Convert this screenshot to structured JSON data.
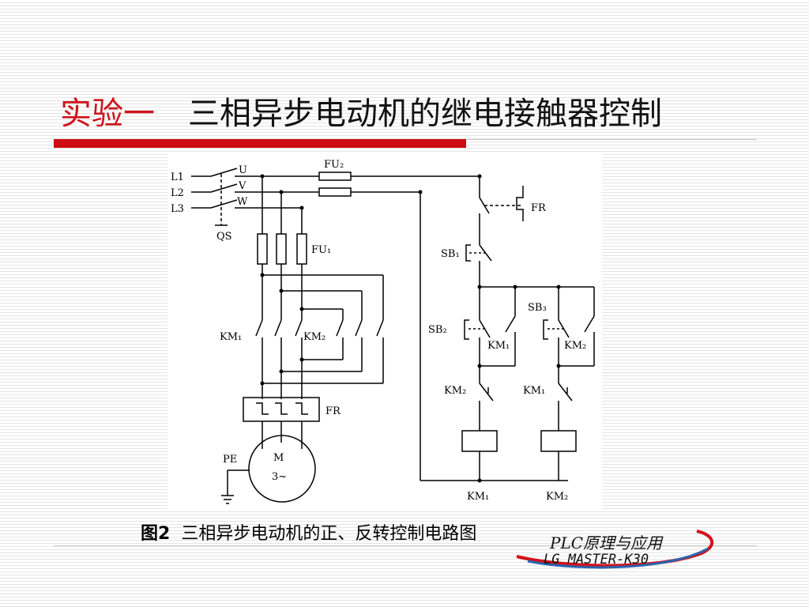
{
  "title": {
    "experiment": "实验一",
    "main": "三相异步电动机的继电接触器控制"
  },
  "caption": {
    "number": "图2",
    "text": "三相异步电动机的正、反转控制电路图"
  },
  "logo": {
    "line1": "PLC原理与应用",
    "line2": "LG MASTER-K30"
  },
  "diagram": {
    "labels": {
      "l1": "L1",
      "l2": "L2",
      "l3": "L3",
      "u": "U",
      "v": "V",
      "w": "W",
      "qs": "QS",
      "fu2": "FU₂",
      "fu1": "FU₁",
      "fr_contact": "FR",
      "sb1": "SB₁",
      "sb2": "SB₂",
      "sb3": "SB₃",
      "km1_main": "KM₁",
      "km2_main": "KM₂",
      "km1_hold": "KM₁",
      "km2_hold": "KM₂",
      "km2_interlock": "KM₂",
      "km1_interlock": "KM₁",
      "fr_relay": "FR",
      "pe": "PE",
      "motor_m": "M",
      "motor_phase": "3~",
      "coil_km1": "KM₁",
      "coil_km2": "KM₂"
    }
  }
}
